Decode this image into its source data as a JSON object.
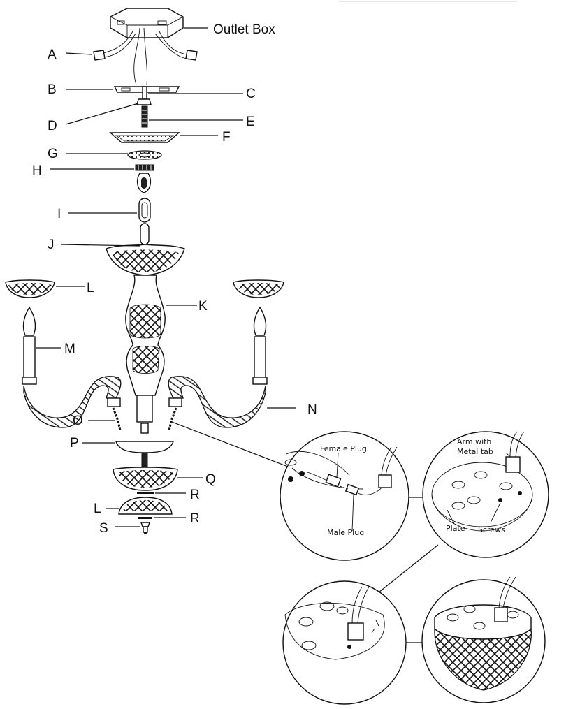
{
  "labels": {
    "outlet_box": "Outlet  Box",
    "A": "A",
    "B": "B",
    "C": "C",
    "D": "D",
    "E": "E",
    "F": "F",
    "G": "G",
    "H": "H",
    "I": "I",
    "J": "J",
    "K": "K",
    "L": "L",
    "M": "M",
    "N": "N",
    "O": "O",
    "P": "P",
    "Q": "Q",
    "R": "R",
    "S": "S"
  },
  "details": {
    "female_plug": "Female Plug",
    "male_plug": "Male Plug",
    "arm_with_metal_tab_1": "Arm with",
    "arm_with_metal_tab_2": "Metal tab",
    "plate": "Plate",
    "screws": "Screws"
  }
}
